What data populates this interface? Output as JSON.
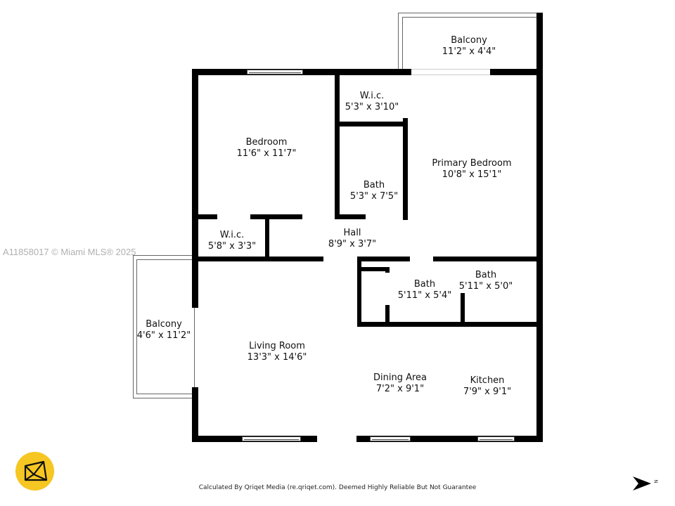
{
  "floorplan": {
    "rooms": [
      {
        "id": "balcony-top",
        "name": "Balcony",
        "dims": "11'2\" x 4'4\""
      },
      {
        "id": "bedroom",
        "name": "Bedroom",
        "dims": "11'6\" x 11'7\""
      },
      {
        "id": "wic-top",
        "name": "W.i.c.",
        "dims": "5'3\" x 3'10\""
      },
      {
        "id": "bath-top",
        "name": "Bath",
        "dims": "5'3\" x 7'5\""
      },
      {
        "id": "primary-bedroom",
        "name": "Primary Bedroom",
        "dims": "10'8\" x 15'1\""
      },
      {
        "id": "wic-left",
        "name": "W.i.c.",
        "dims": "5'8\" x 3'3\""
      },
      {
        "id": "hall",
        "name": "Hall",
        "dims": "8'9\" x 3'7\""
      },
      {
        "id": "bath-mid",
        "name": "Bath",
        "dims": "5'11\" x 5'4\""
      },
      {
        "id": "bath-right",
        "name": "Bath",
        "dims": "5'11\" x 5'0\""
      },
      {
        "id": "balcony-left",
        "name": "Balcony",
        "dims": "4'6\" x 11'2\""
      },
      {
        "id": "living-room",
        "name": "Living Room",
        "dims": "13'3\" x 14'6\""
      },
      {
        "id": "dining-area",
        "name": "Dining Area",
        "dims": "7'2\" x 9'1\""
      },
      {
        "id": "kitchen",
        "name": "Kitchen",
        "dims": "7'9\" x 9'1\""
      }
    ]
  },
  "watermark": "A11858017 © Miami MLS® 2025",
  "footer": "Calculated By Qriqet Media (re.qriqet.com). Deemed Highly Reliable But Not Guarantee",
  "compass": {
    "letter": "N"
  },
  "colors": {
    "wall": "#000000",
    "logo": "#f6c623",
    "watermark": "#b0b0b0"
  }
}
